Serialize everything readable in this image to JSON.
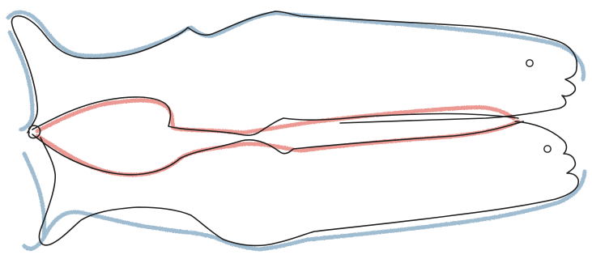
{
  "figure": {
    "subject": "two-fish-sketch",
    "style": "hand-drawn pencil and crayon",
    "colors": {
      "background": "#ffffff",
      "outline": "#1f1f1f",
      "blue_crayon": "#8fb0c9",
      "red_crayon": "#e98e86"
    },
    "elements": [
      "upper-fish",
      "lower-fish",
      "overlap-outline",
      "eye-upper",
      "eye-lower"
    ]
  }
}
